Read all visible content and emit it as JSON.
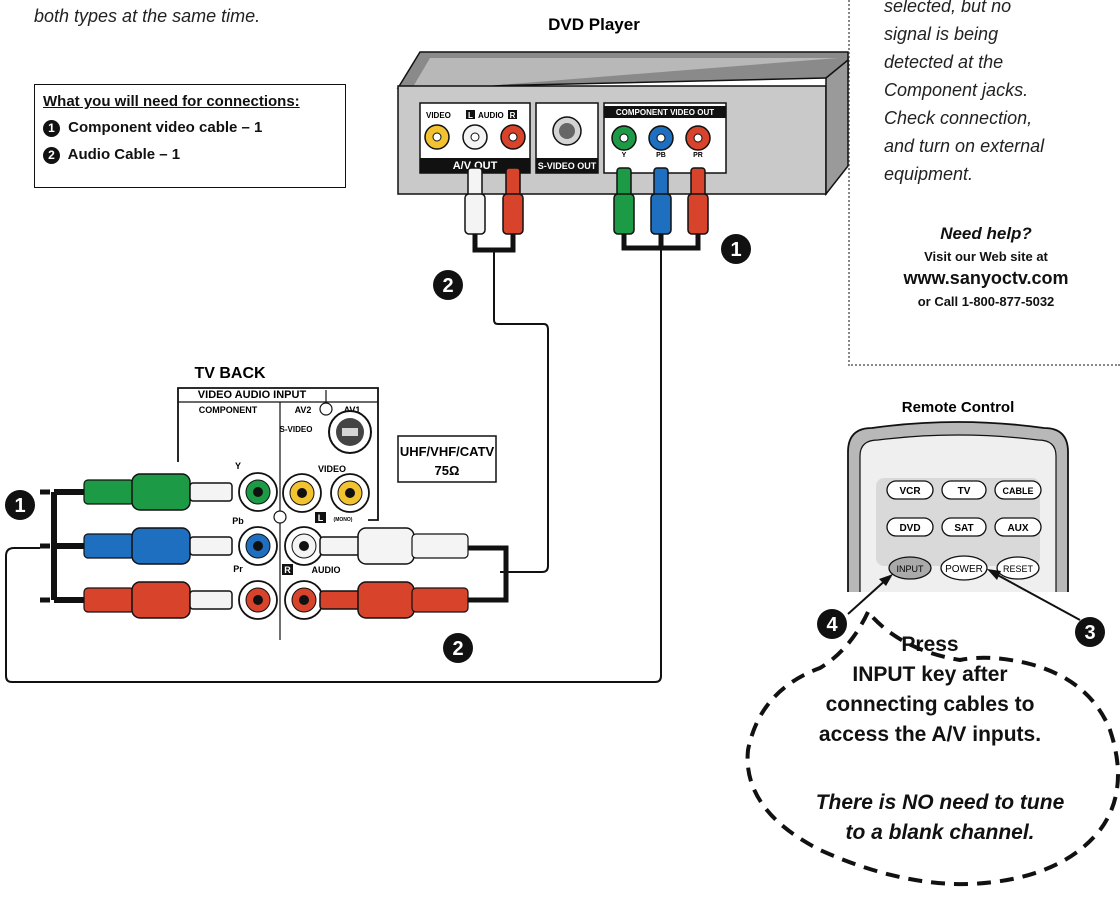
{
  "intro_text": "both types at the same time.",
  "needs_box": {
    "title": "What you will need for connections:",
    "items": [
      {
        "number": "1",
        "label": "Component video cable – 1"
      },
      {
        "number": "2",
        "label": "Audio Cable – 1"
      }
    ]
  },
  "sidebar": {
    "note_lines": [
      "selected, but no",
      "signal is being",
      "detected at the",
      "Component jacks.",
      "Check connection,",
      "and turn on external",
      "equipment."
    ],
    "help_title": "Need help?",
    "help_line1": "Visit our Web site at",
    "help_url": "www.sanyoctv.com",
    "help_line2": "or Call 1-800-877-5032"
  },
  "dvd_player": {
    "title": "DVD Player",
    "video_label": "VIDEO",
    "audio_l": "L",
    "audio_label": "AUDIO",
    "audio_r": "R",
    "av_out": "A/V OUT",
    "svideo_out": "S-VIDEO OUT",
    "component_out": "COMPONENT VIDEO OUT",
    "y": "Y",
    "pb": "PB",
    "pr": "PR"
  },
  "tv_back": {
    "title": "TV BACK",
    "panel_title": "VIDEO AUDIO INPUT",
    "component": "COMPONENT",
    "av2": "AV2",
    "av1": "AV1",
    "svideo": "S-VIDEO",
    "video": "VIDEO",
    "y": "Y",
    "pb": "Pb",
    "pr": "Pr",
    "l": "L",
    "mono": "(MONO)",
    "r": "R",
    "audio": "AUDIO",
    "antenna_line1": "UHF/VHF/CATV",
    "antenna_line2": "75Ω"
  },
  "remote": {
    "title": "Remote Control",
    "row1": [
      "VCR",
      "TV",
      "CABLE"
    ],
    "row2": [
      "DVD",
      "SAT",
      "AUX"
    ],
    "row3": [
      "INPUT",
      "POWER",
      "RESET"
    ]
  },
  "steps": {
    "one": "1",
    "two": "2",
    "three": "3",
    "four": "4"
  },
  "bubble": {
    "line1": "Press",
    "line2": "INPUT key after",
    "line3": "connecting cables to",
    "line4": "access the A/V inputs.",
    "line5": "There is NO need to tune",
    "line6": "to a blank channel."
  },
  "colors": {
    "green": "#1d9a45",
    "blue": "#1e6fc0",
    "red": "#d8432c",
    "yellow": "#f2c230",
    "white": "#f4f4f4",
    "cable": "#111111"
  }
}
